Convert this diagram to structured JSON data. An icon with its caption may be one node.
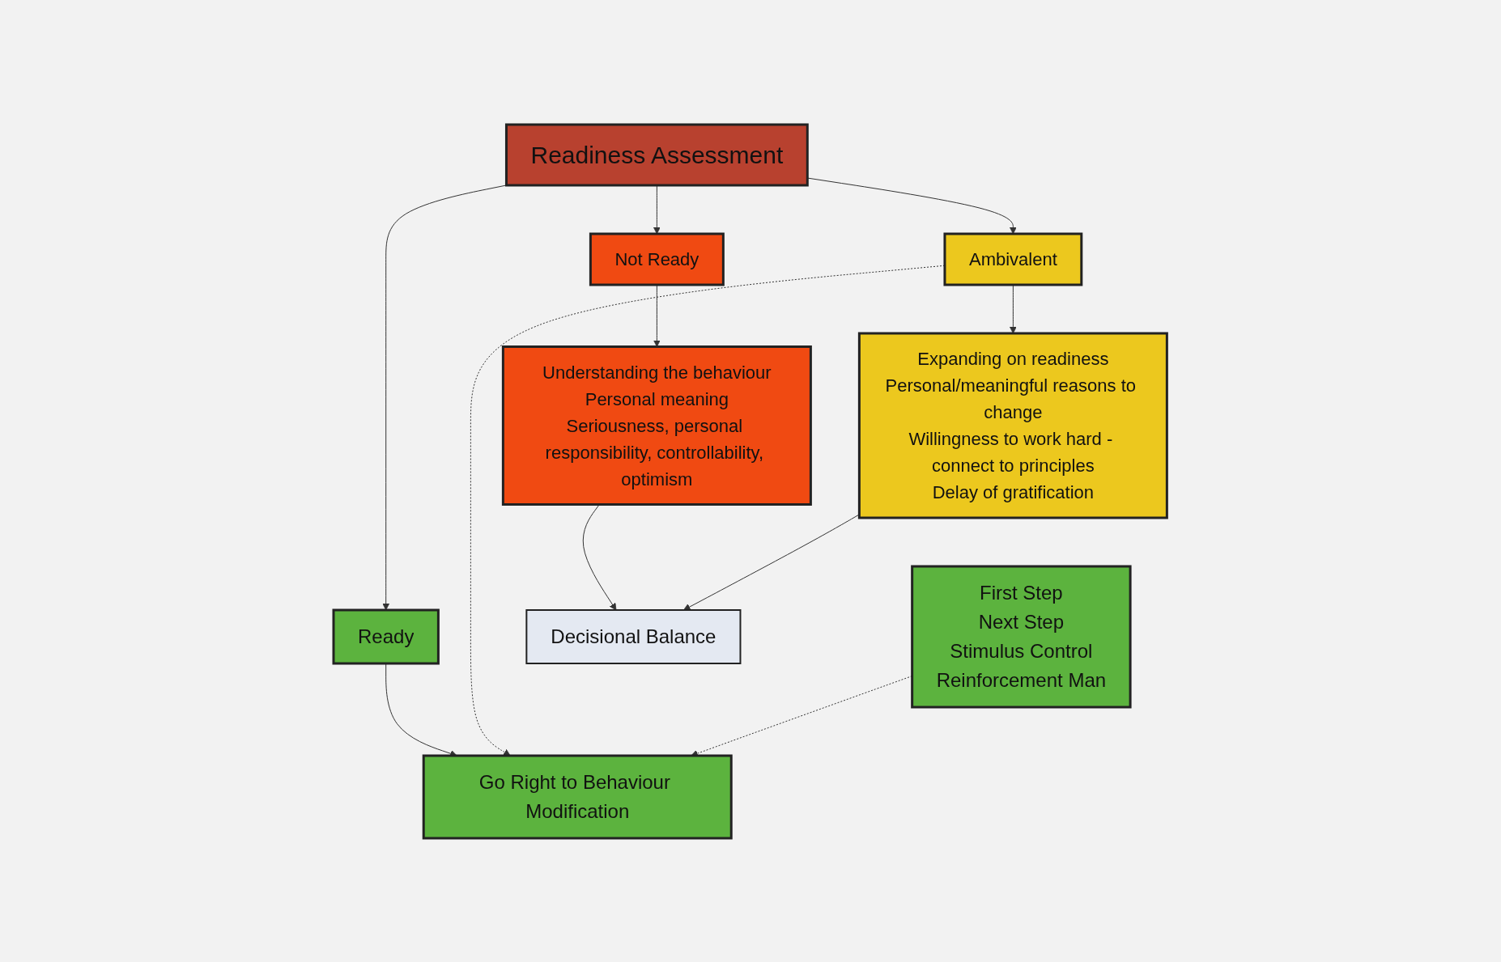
{
  "diagram": {
    "nodes": [
      {
        "text": [
          "Readiness Assessment"
        ]
      },
      {
        "text": [
          "Not Ready"
        ]
      },
      {
        "text": [
          "Ready"
        ]
      },
      {
        "text": [
          "Ambivalent"
        ]
      },
      {
        "text": [
          "Understanding the behaviour",
          "Personal meaning",
          "Seriousness, personal responsibility, controllability, optimism"
        ]
      },
      {
        "text": [
          "Go Right to Behaviour Modification"
        ]
      },
      {
        "text": [
          "Expanding on readiness",
          "Personal/meaningful reasons to change",
          "Willingness to work hard - connect to principles",
          "Delay of gratification"
        ]
      },
      {
        "text": [
          "First Step",
          "Next Step",
          "Stimulus Control",
          "Reinforcement Man"
        ]
      },
      {
        "text": [
          "Decisional Balance"
        ]
      }
    ],
    "edges": [
      {
        "from": 0,
        "to": 1,
        "arrow": "to"
      },
      {
        "from": 0,
        "to": 2,
        "arrow": "to"
      },
      {
        "from": 0,
        "to": 3,
        "arrow": "to"
      },
      {
        "from": 1,
        "to": 4,
        "arrow": "to"
      },
      {
        "from": 2,
        "to": 5,
        "arrow": "to"
      },
      {
        "from": 3,
        "to": 5,
        "arrow": "to",
        "style": "dashed"
      },
      {
        "from": 3,
        "to": 6,
        "arrow": "to"
      },
      {
        "from": 7,
        "to": 5,
        "arrow": "to",
        "style": "dashed"
      },
      {
        "from": 4,
        "to": 8,
        "arrow": "to"
      },
      {
        "from": 6,
        "to": 8,
        "arrow": "to"
      }
    ]
  }
}
